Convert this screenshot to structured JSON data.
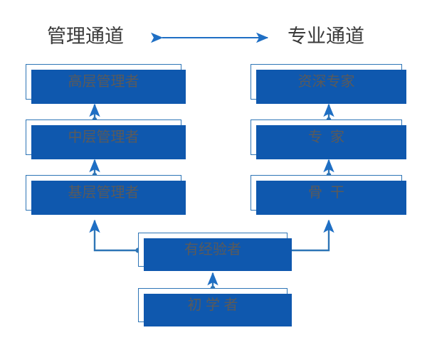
{
  "diagram": {
    "title_left": "管理通道",
    "title_right": "专业通道",
    "headers": {
      "left": "管理通道",
      "right": "专业通道"
    },
    "colors": {
      "box_border": "#2E75B6",
      "box_shadow": "#0F58AE",
      "connector": "#2E75B6",
      "arrow_head": "#1F6FC4",
      "header_text": "#3a3a3a",
      "node_text": "#5a5a5a",
      "background": "#ffffff"
    },
    "top_arrow": {
      "name": "bidirectional-arrow",
      "direction": "both",
      "from_label": "管理通道",
      "to_label": "专业通道"
    },
    "management_track": [
      {
        "id": "senior-manager",
        "label": "高层管理者",
        "level": 3
      },
      {
        "id": "middle-manager",
        "label": "中层管理者",
        "level": 2
      },
      {
        "id": "base-manager",
        "label": "基层管理者",
        "level": 1
      }
    ],
    "professional_track": [
      {
        "id": "senior-expert",
        "label": "资深专家",
        "level": 3
      },
      {
        "id": "expert",
        "label": "专  家",
        "level": 2
      },
      {
        "id": "backbone",
        "label": "骨  干",
        "level": 1
      }
    ],
    "common_base": [
      {
        "id": "experienced",
        "label": "有经验者",
        "level": 1
      },
      {
        "id": "beginner",
        "label": "初 学 者",
        "level": 0
      }
    ],
    "connections": [
      {
        "from": "中层管理者",
        "to": "高层管理者",
        "type": "arrow-up"
      },
      {
        "from": "基层管理者",
        "to": "中层管理者",
        "type": "arrow-up"
      },
      {
        "from": "专  家",
        "to": "资深专家",
        "type": "arrow-up"
      },
      {
        "from": "骨  干",
        "to": "专  家",
        "type": "arrow-up"
      },
      {
        "from": "有经验者",
        "to": "基层管理者",
        "type": "elbow-arrow-up-left"
      },
      {
        "from": "有经验者",
        "to": "骨  干",
        "type": "elbow-arrow-up-right"
      },
      {
        "from": "初 学 者",
        "to": "有经验者",
        "type": "arrow-up"
      }
    ]
  }
}
